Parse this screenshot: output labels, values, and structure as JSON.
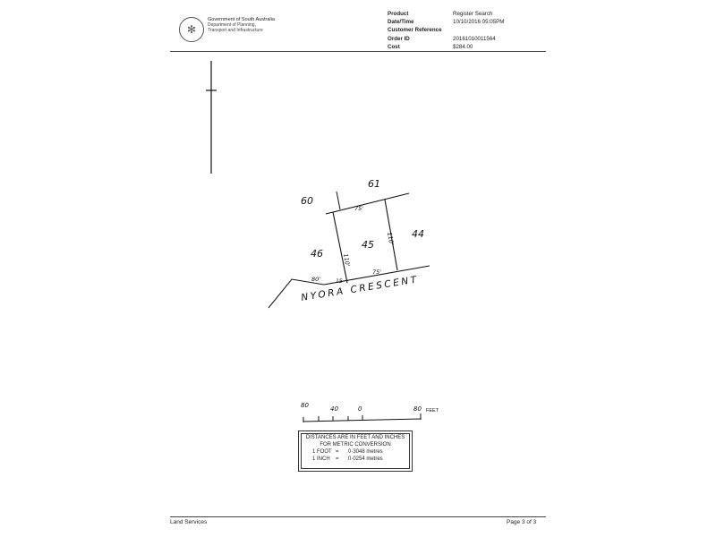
{
  "header": {
    "logo": {
      "line1": "Government of South Australia",
      "line2": "Department of Planning,",
      "line3": "Transport and Infrastructure"
    },
    "details": [
      {
        "label": "Product",
        "value": "Register Search"
      },
      {
        "label": "Date/Time",
        "value": "10/10/2016 05:05PM"
      },
      {
        "label": "Customer Reference",
        "value": ""
      },
      {
        "label": "Order ID",
        "value": "20161010011564"
      },
      {
        "label": "Cost",
        "value": "$284.00"
      }
    ]
  },
  "plan": {
    "lots": {
      "top": "61",
      "top_left": "60",
      "subject": "45",
      "left": "46",
      "right": "44"
    },
    "dimensions": {
      "top": "75'",
      "bottom": "75'",
      "left": "110'",
      "right": "110'",
      "frontage_left": "80'",
      "frontage_small": "15"
    },
    "street": "NYORA CRESCENT",
    "scale": {
      "labels": [
        "80",
        "40",
        "0",
        "80"
      ],
      "unit": "FEET"
    }
  },
  "conversion_box": {
    "line1": "DISTANCES ARE IN FEET AND INCHES",
    "line2": "FOR METRIC CONVERSION",
    "rows": [
      {
        "unit": "1 FOOT",
        "eq": "=",
        "value": "0·3048 metres"
      },
      {
        "unit": "1 INCH",
        "eq": "=",
        "value": "0·0254 metres"
      }
    ]
  },
  "footer": {
    "left": "Land Services",
    "right": "Page 3 of 3"
  }
}
